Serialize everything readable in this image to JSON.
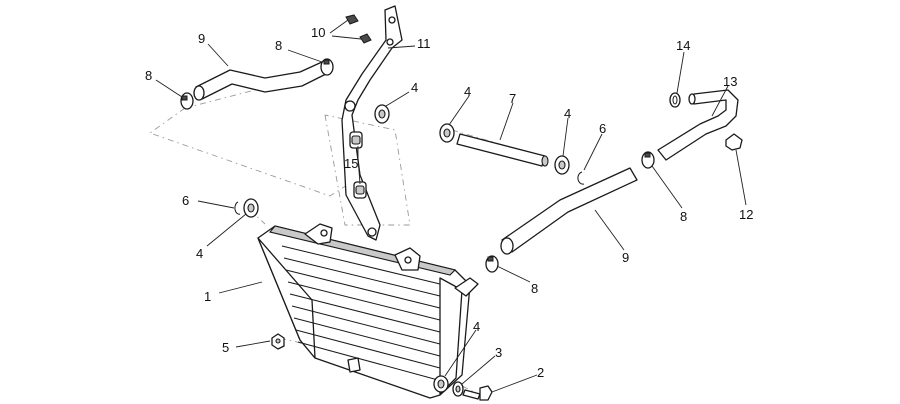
{
  "callouts": {
    "c1": "1",
    "c2": "2",
    "c3": "3",
    "c4a": "4",
    "c4b": "4",
    "c4c": "4",
    "c4d": "4",
    "c4e": "4",
    "c5": "5",
    "c6a": "6",
    "c6b": "6",
    "c7": "7",
    "c8a": "8",
    "c8b": "8",
    "c8c": "8",
    "c8d": "8",
    "c9a": "9",
    "c9b": "9",
    "c10": "10",
    "c11": "11",
    "c12": "12",
    "c13": "13",
    "c14": "14",
    "c15": "15"
  }
}
